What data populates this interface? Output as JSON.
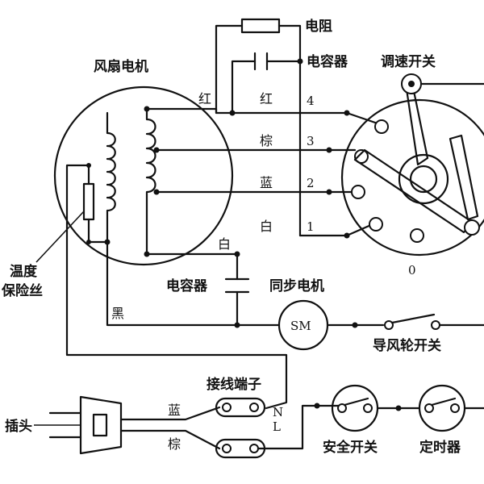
{
  "labels": {
    "fan_motor": "风扇电机",
    "resistor": "电阻",
    "capacitor_top": "电容器",
    "speed_switch": "调速开关",
    "wire_red_left": "红",
    "wire_red": "红",
    "wire_brown": "棕",
    "wire_blue": "蓝",
    "wire_white": "白",
    "wire_white_low": "白",
    "num_4": "4",
    "num_3": "3",
    "num_2": "2",
    "num_1": "1",
    "num_0": "0",
    "thermal_fuse_1": "温度",
    "thermal_fuse_2": "保险丝",
    "capacitor_bottom": "电容器",
    "sync_motor": "同步电机",
    "sm": "SM",
    "black": "黑",
    "guide_switch": "导风轮开关",
    "terminal": "接线端子",
    "plug": "插头",
    "plug_blue": "蓝",
    "plug_brown": "棕",
    "n": "N",
    "l": "L",
    "safety_switch": "安全开关",
    "timer": "定时器"
  }
}
